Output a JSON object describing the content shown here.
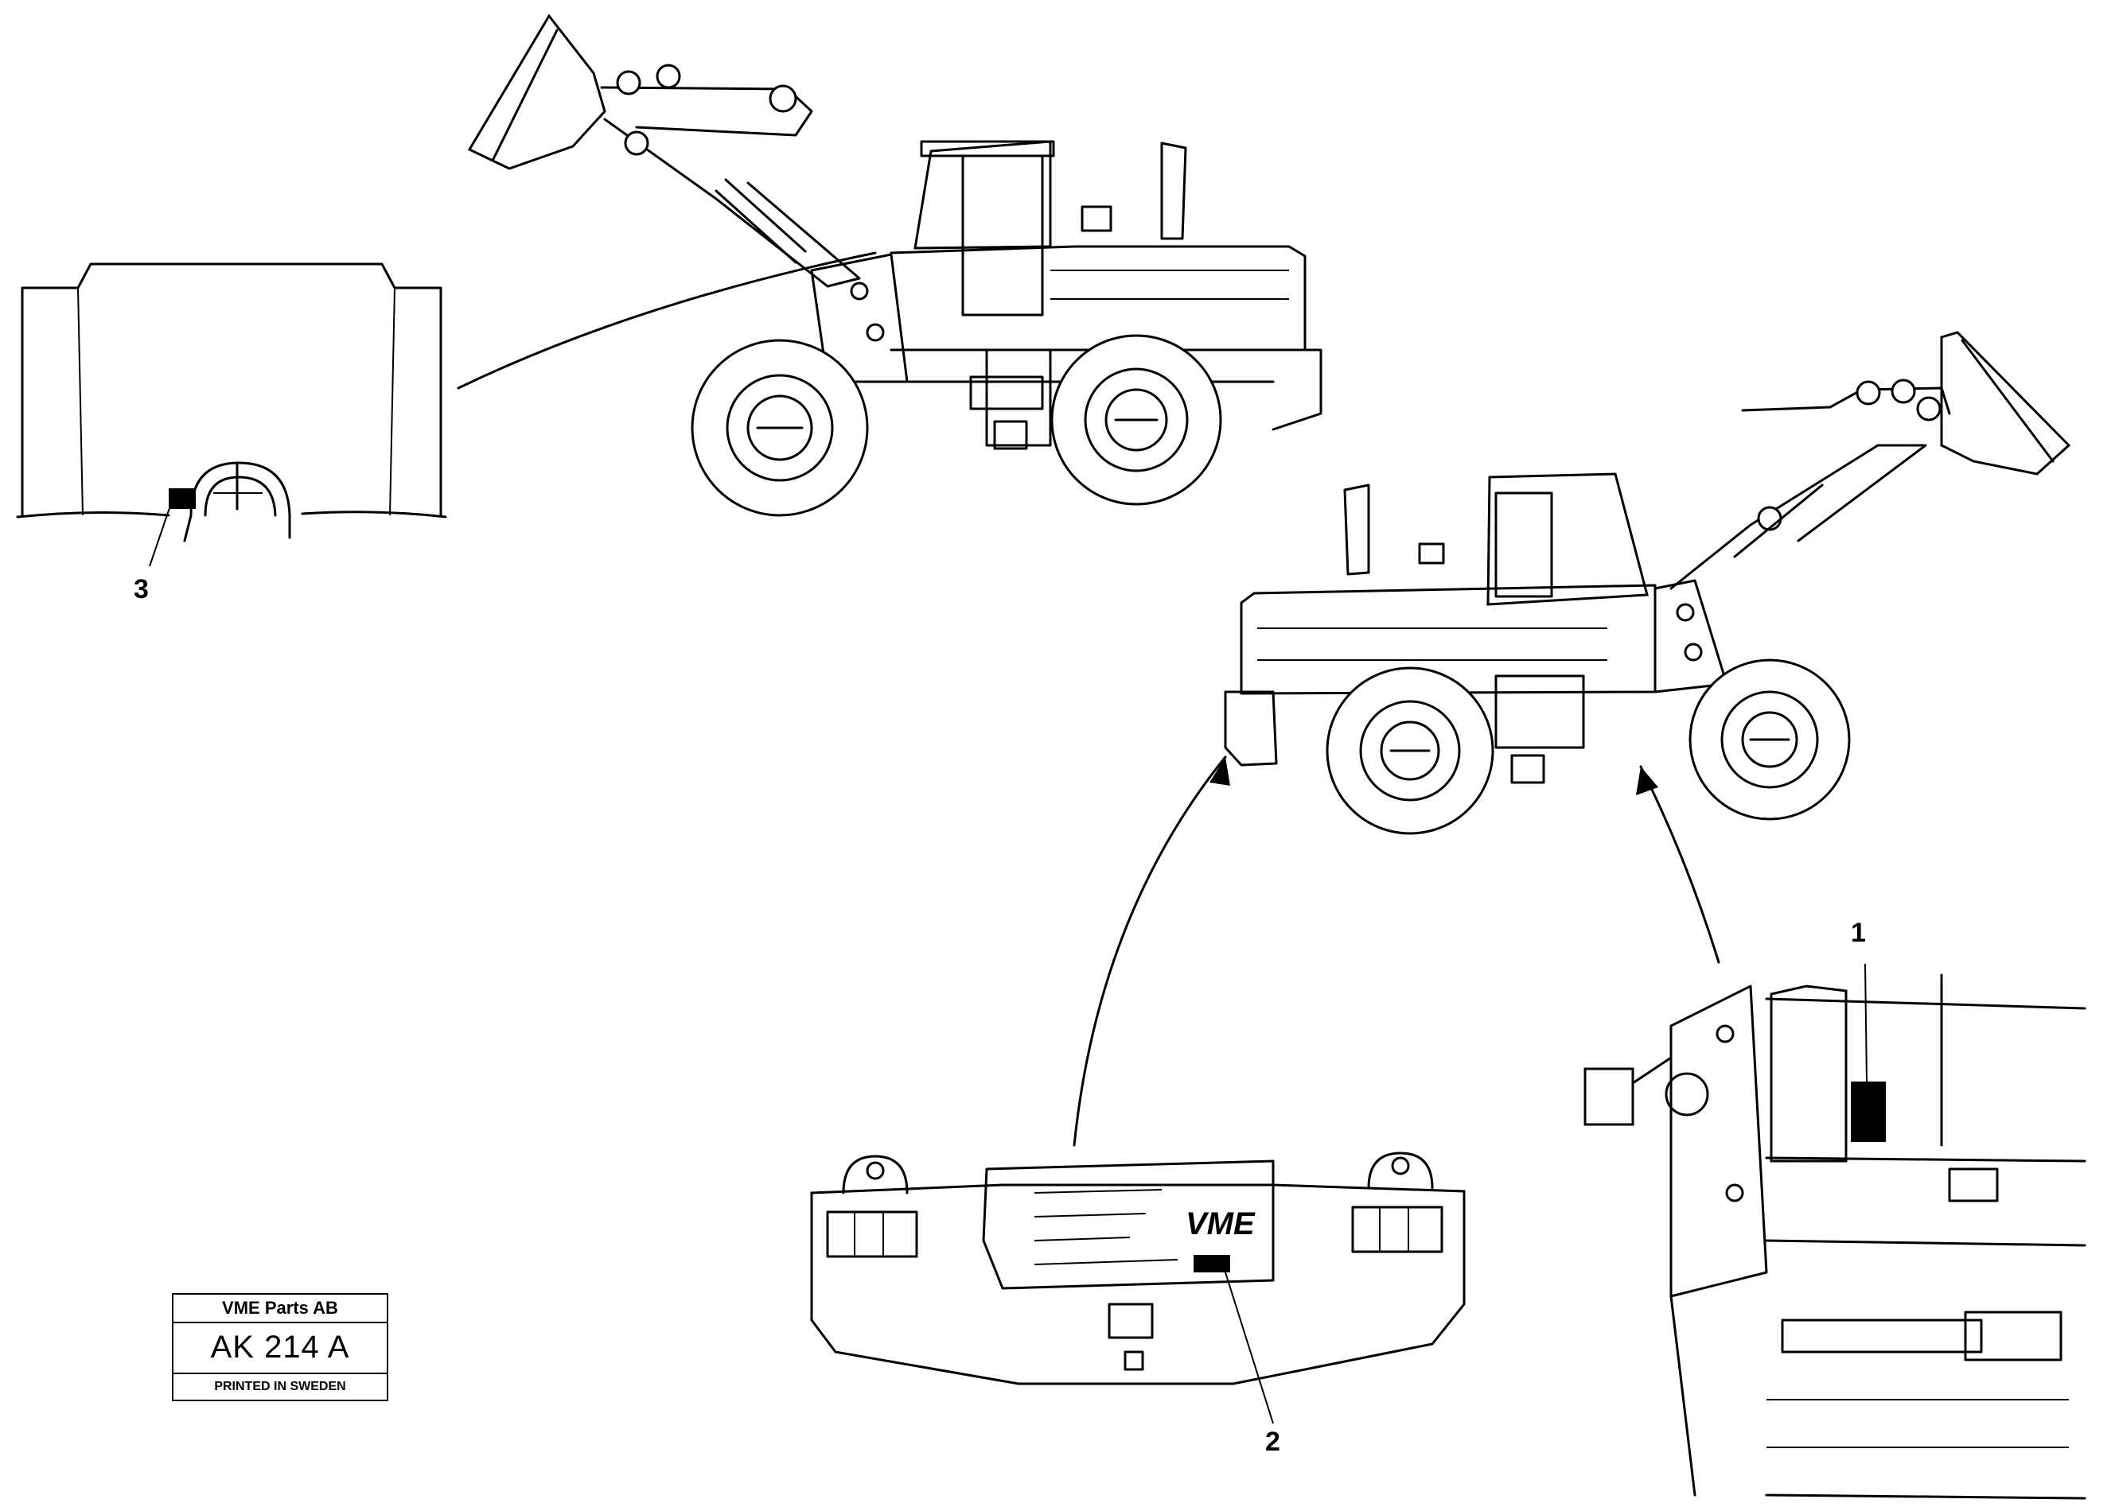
{
  "callouts": {
    "item_1": "1",
    "item_2": "2",
    "item_3": "3"
  },
  "title_block": {
    "company": "VME Parts AB",
    "code": "AK 214 A",
    "printed": "PRINTED IN SWEDEN"
  },
  "decal_text": "VME"
}
